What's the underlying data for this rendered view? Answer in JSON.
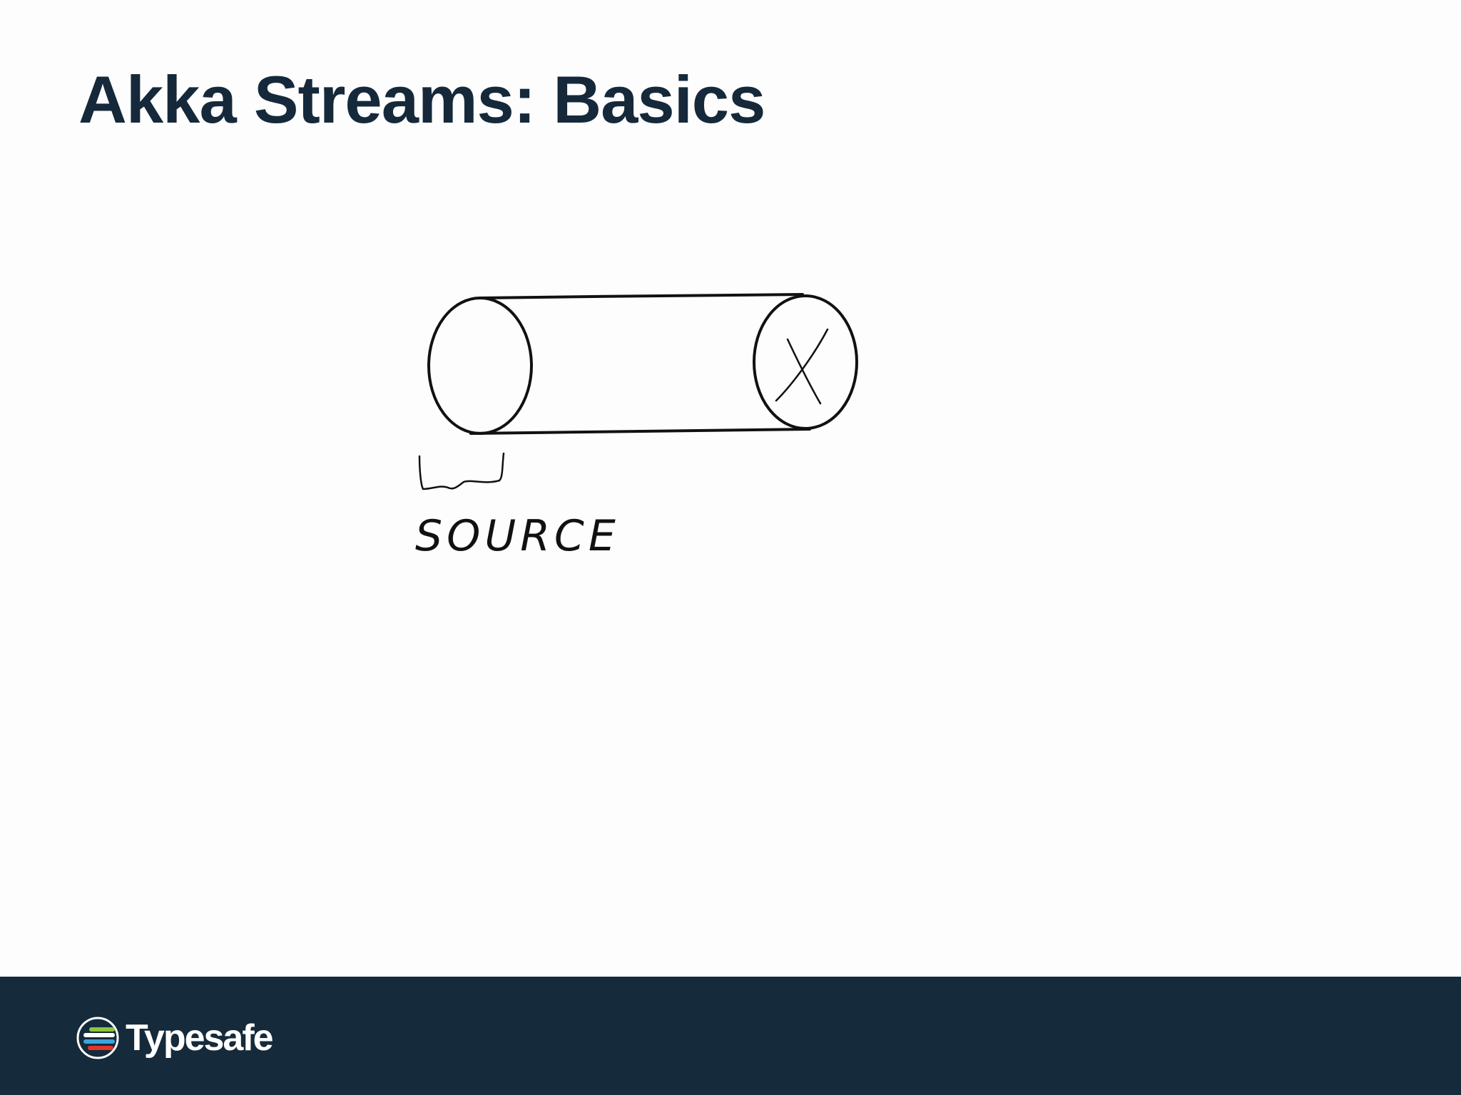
{
  "slide": {
    "title": "Akka Streams: Basics"
  },
  "diagram": {
    "source_label": "SOURCE",
    "end_mark": "X"
  },
  "footer": {
    "brand_name": "Typesafe"
  },
  "colors": {
    "title": "#15293b",
    "footer_background": "#152a3b",
    "ink": "#111111",
    "logo_green": "#8cc63f",
    "logo_blue": "#3aa6dd",
    "logo_red": "#e2362b"
  }
}
